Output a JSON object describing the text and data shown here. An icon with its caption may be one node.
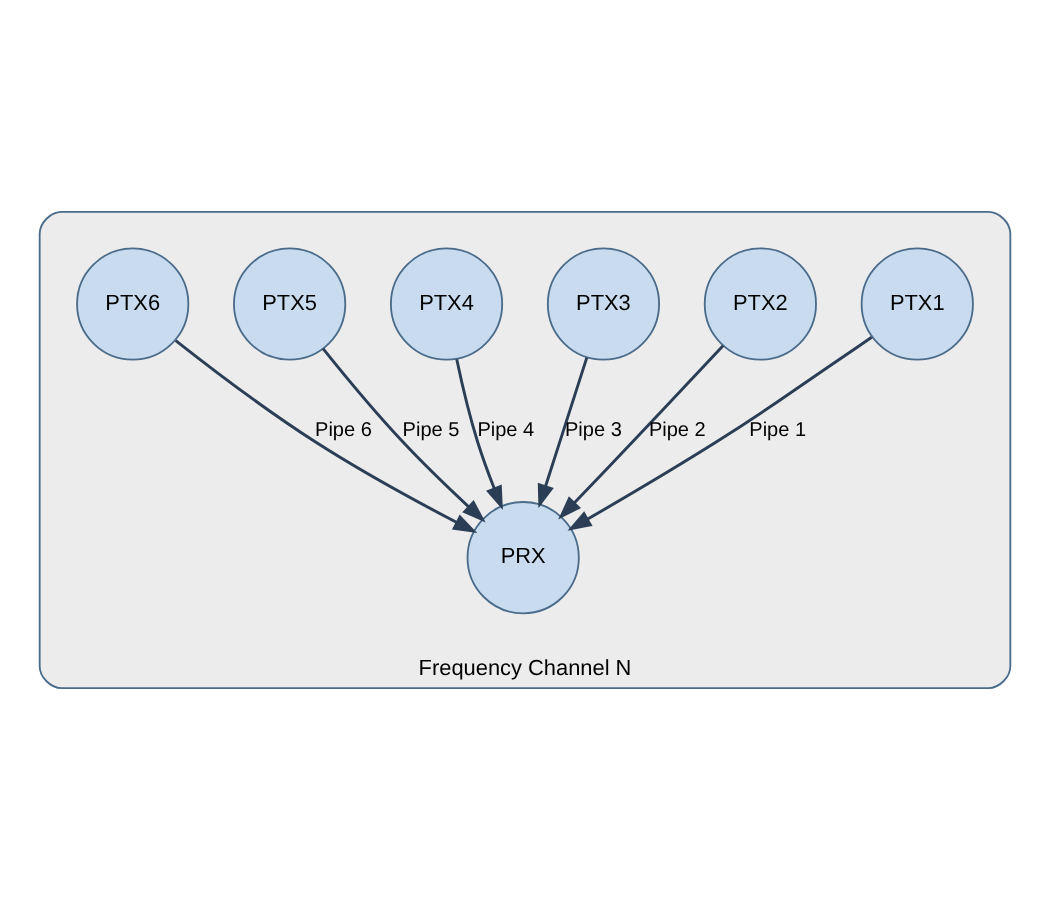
{
  "diagram": {
    "nodes": [
      {
        "text": [
          "Frequency Channel N"
        ]
      },
      {
        "text": [
          "PTX1"
        ],
        "in": 0
      },
      {
        "text": [
          "PTX2"
        ],
        "in": 0
      },
      {
        "text": [
          "PTX3"
        ],
        "in": 0
      },
      {
        "text": [
          "PTX4"
        ],
        "in": 0
      },
      {
        "text": [
          "PTX5"
        ],
        "in": 0
      },
      {
        "text": [
          "PTX6"
        ],
        "in": 0
      },
      {
        "text": [
          "PRX"
        ],
        "in": 0
      }
    ],
    "edges": [
      {
        "from": 1,
        "to": 7,
        "arrow": "to",
        "label": "Pipe 1"
      },
      {
        "from": 2,
        "to": 7,
        "arrow": "to",
        "label": "Pipe 2"
      },
      {
        "from": 3,
        "to": 7,
        "arrow": "to",
        "label": "Pipe 3"
      },
      {
        "from": 4,
        "to": 7,
        "arrow": "to",
        "label": "Pipe 4"
      },
      {
        "from": 5,
        "to": 7,
        "arrow": "to",
        "label": "Pipe 5"
      },
      {
        "from": 6,
        "to": 7,
        "arrow": "to",
        "label": "Pipe 6"
      }
    ]
  }
}
